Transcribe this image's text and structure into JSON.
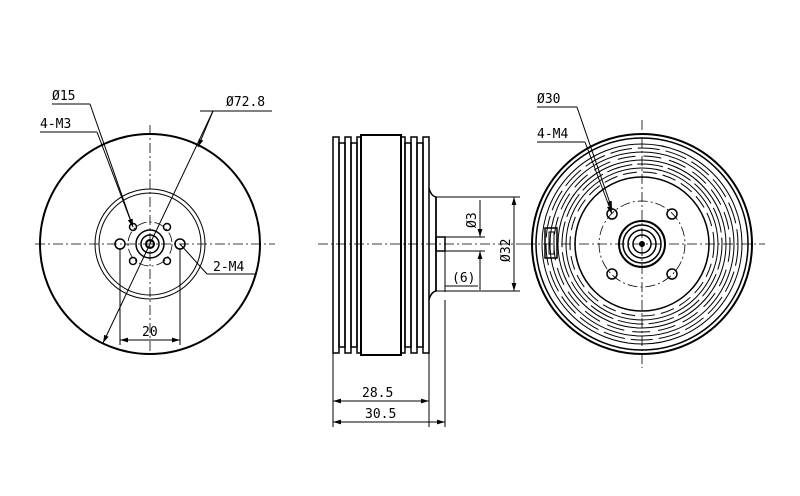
{
  "front_view": {
    "dia_outer": "Ø72.8",
    "dia_bolt_circle": "Ø15",
    "holes_m3": "4-M3",
    "holes_m4": "2-M4",
    "spacing": "20"
  },
  "side_view": {
    "dia_shaft": "Ø3",
    "dia_boss": "Ø32",
    "shaft_len": "(6)",
    "body_len": "28.5",
    "total_len": "30.5"
  },
  "rear_view": {
    "dia_bolt_circle": "Ø30",
    "holes_m4": "4-M4"
  }
}
